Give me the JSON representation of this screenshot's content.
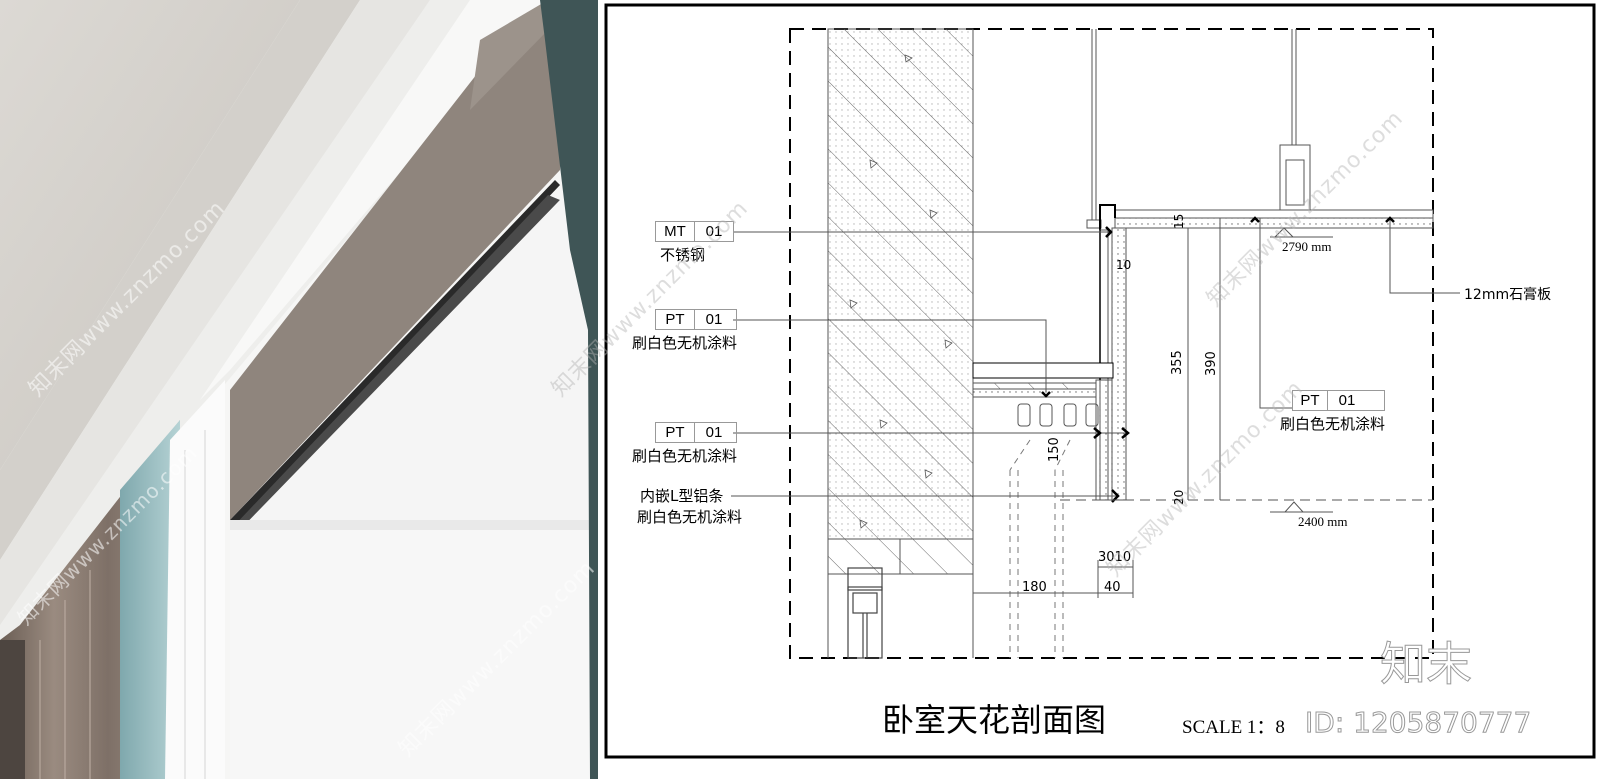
{
  "photo": {
    "description": "Rendered photo of bedroom ceiling curtain pocket with roller blind and curtains",
    "watermarks": [
      "知末网www.znzmo.com",
      "知末网www.znzmo.com",
      "知末网www.znzmo.com"
    ]
  },
  "drawing": {
    "title": "卧室天花剖面图",
    "scale": "SCALE 1：8",
    "brand_mark": "知末",
    "id_label": "ID: 1205870777",
    "tags": [
      {
        "code": "MT",
        "num": "01",
        "desc": "不锈钢"
      },
      {
        "code": "PT",
        "num": "01",
        "desc": "刷白色无机涂料"
      },
      {
        "code": "PT",
        "num": "01",
        "desc": "刷白色无机涂料"
      },
      {
        "code": "PT",
        "num": "01",
        "desc": "刷白色无机涂料"
      }
    ],
    "notes": {
      "aluminum_strip_line1": "内嵌L型铝条",
      "aluminum_strip_line2": "刷白色无机涂料",
      "gypsum_board": "12mm石膏板"
    },
    "levels": {
      "upper": "2790  mm",
      "lower": "2400  mm"
    },
    "dimensions": {
      "d15": "15",
      "d10": "10",
      "d355": "355",
      "d390": "390",
      "d150": "150",
      "d20": "20",
      "d3010": "3010",
      "d180": "180",
      "d40": "40"
    },
    "watermarks": [
      "知末网www.znzmo.com",
      "知末网www.znzmo.com",
      "知末网www.znzmo.com"
    ]
  },
  "colors": {
    "ceiling": "#d9d6d1",
    "cove_white": "#f2f2f0",
    "blind_taupe": "#8f857d",
    "teal_curtain": "#3f5556",
    "light_teal": "#a9c9cc",
    "track_black": "#2a2a2a",
    "window_white": "#f7f7f7"
  }
}
